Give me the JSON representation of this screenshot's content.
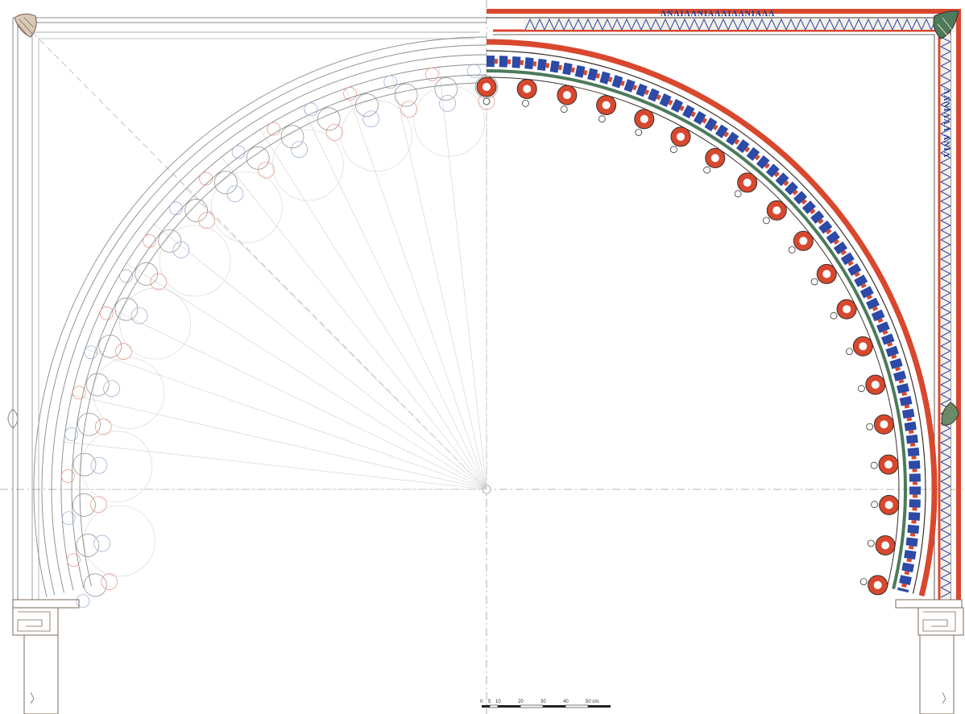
{
  "drawing": {
    "subject": "Polylobed horseshoe arch elevation",
    "palette": {
      "paper": "#ffffff",
      "pencil": "#8a8a8a",
      "construction": "#c4c4c4",
      "axis": "#9a9a9a",
      "pencil_red": "#e88a78",
      "pencil_blue": "#8fa6d2",
      "paint_red": "#d8482e",
      "paint_blue": "#2c4aa6",
      "paint_green": "#4c7a5c",
      "paint_dark": "#3a2f2a"
    },
    "inscriptions": {
      "top_band": "ΛΝΛΙΛΛΝΙΑΛΛΙΛΛΝΙΑΛΛ",
      "side_band": "ΛΛΝΙΛΛΛ ΛΝΙΛ"
    },
    "scale_bar": {
      "labels": [
        "0",
        "5",
        "10",
        "20",
        "30",
        "40",
        "50 cm."
      ]
    }
  }
}
